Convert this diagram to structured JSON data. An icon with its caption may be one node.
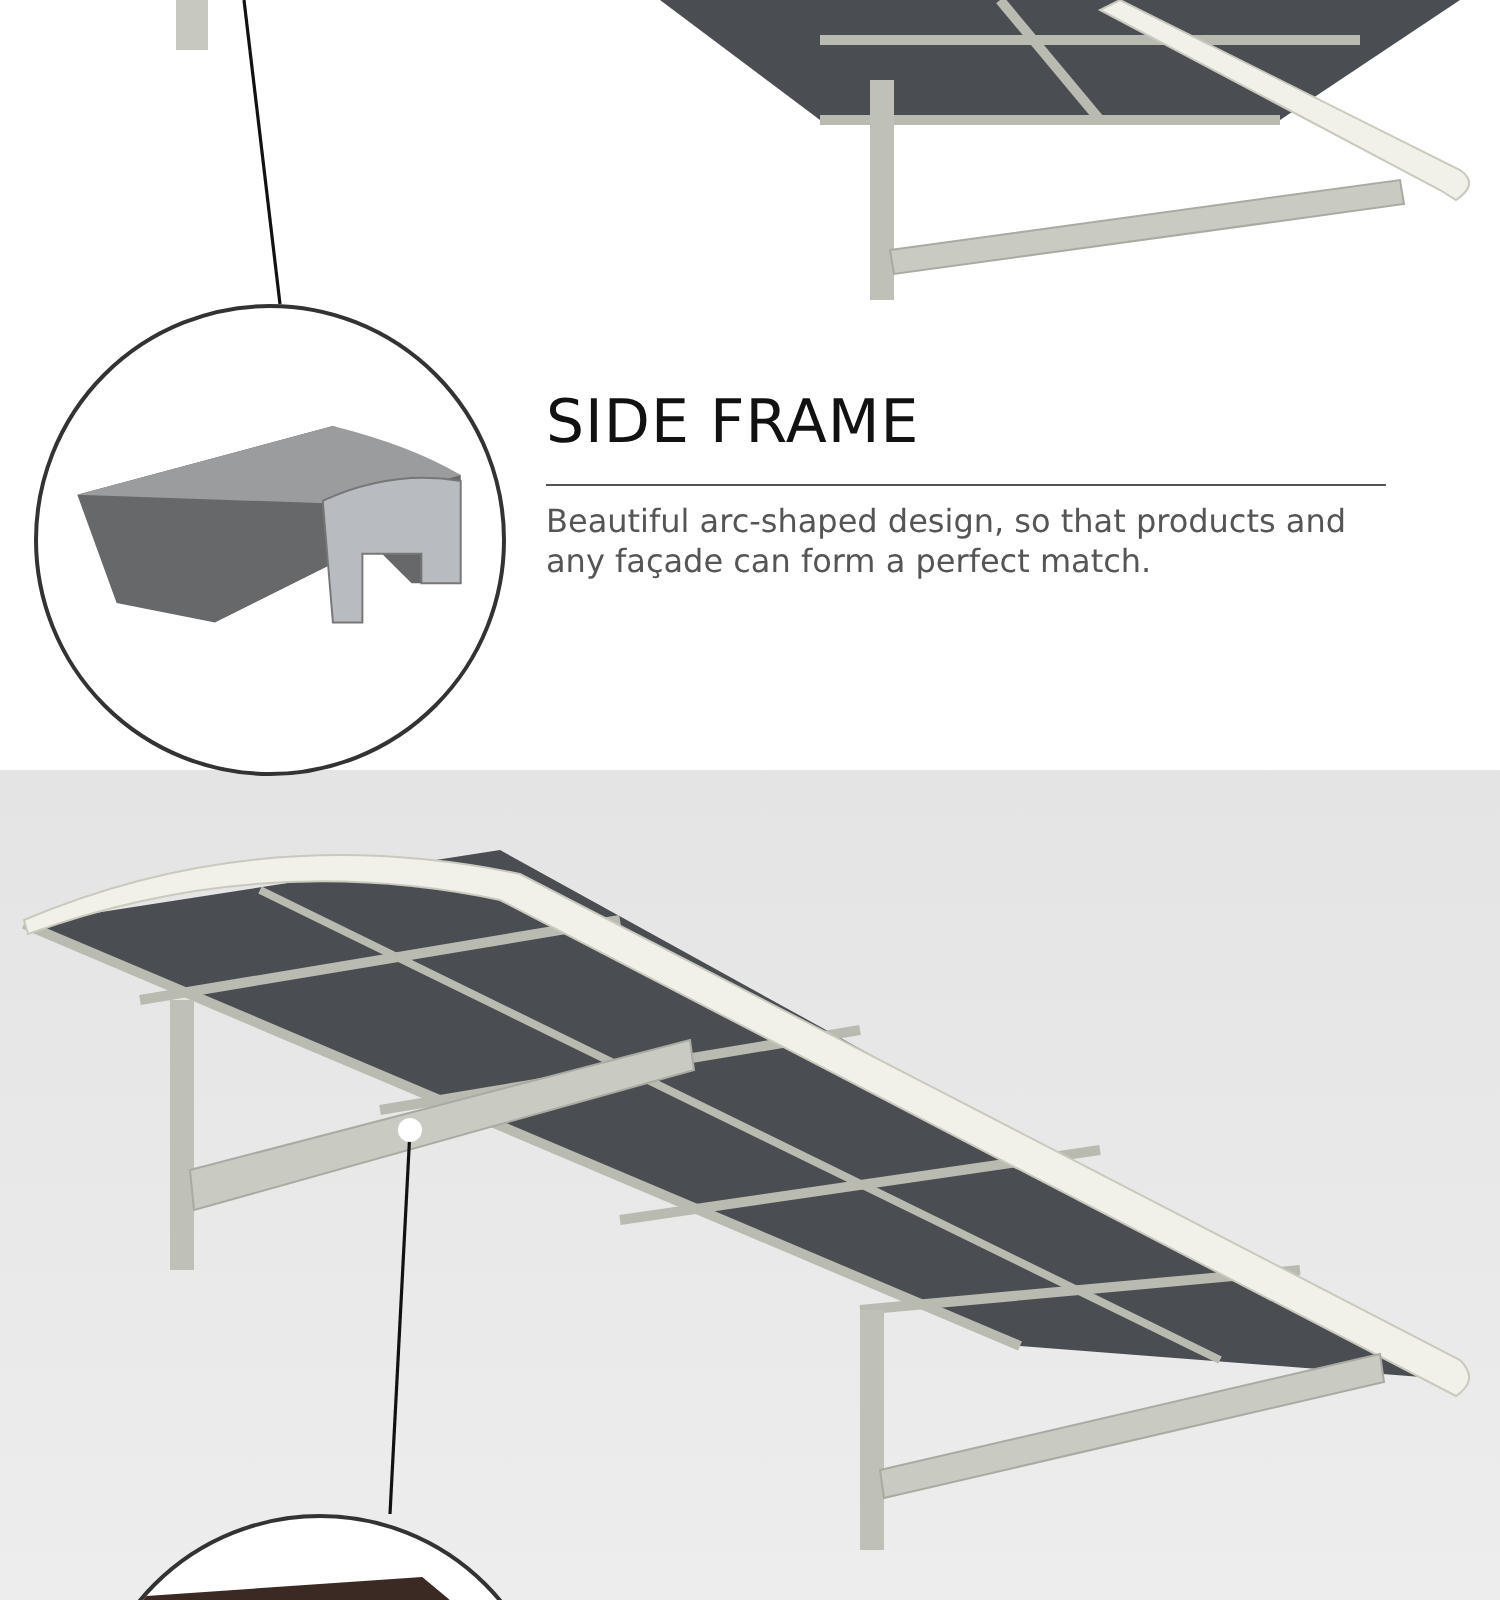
{
  "diagram": {
    "nodes": [
      {
        "text": [],
        "shape": "picture"
      },
      {
        "text": [],
        "shape": "picture"
      },
      {
        "text": [],
        "shape": "picture"
      },
      {
        "text": [],
        "shape": "picture"
      }
    ],
    "edges": [
      {
        "from": 1,
        "to": 0,
        "arrow": "none"
      },
      {
        "from": 3,
        "to": 2,
        "arrow": "other"
      }
    ],
    "labels": [
      "SIDE FRAME",
      "Beautiful arc-shaped design, so that products and any façade can form a perfect match."
    ]
  }
}
